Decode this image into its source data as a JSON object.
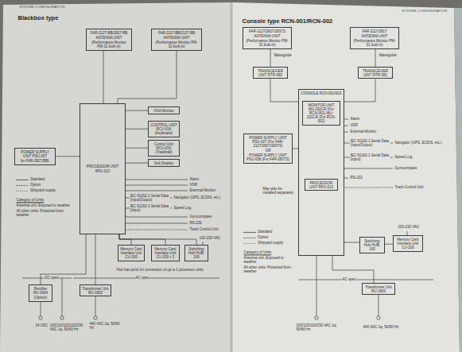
{
  "diagram": {
    "nodes": [
      {
        "text": [
          "FAR-2127-BB/2827-BB",
          "ANTENNA UNIT",
          "(Performance Monitor PM-31 built-in)"
        ]
      },
      {
        "text": [
          "FAR-2117-BB/2127-BB",
          "ANTENNA UNIT",
          "(Performance Monitor PM-31 built-in)"
        ]
      },
      {
        "text": [
          "POWER SUPPLY UNIT PSU-007",
          "for FAR-2827(BB)"
        ]
      },
      {
        "text": [
          "PROCESSOR UNIT RPU-013"
        ]
      },
      {
        "text": [
          "VGA Monitor"
        ]
      },
      {
        "text": [
          "CONTROL UNIT RCU-014 (Keyboard)"
        ]
      },
      {
        "text": [
          "Control Unit RCU-015 (Trackball)"
        ]
      },
      {
        "text": [
          "Sub Display"
        ]
      },
      {
        "text": [
          "Memory Card Interface Unit CU-200"
        ]
      },
      {
        "text": [
          "Memory Card Interface Unit CU-200 x 3"
        ]
      },
      {
        "text": [
          "Switching Hub HUB-100"
        ]
      },
      {
        "text": [
          "Rectifier RU-3424",
          "(Option)"
        ]
      },
      {
        "text": [
          "Transformer Unit RU-1803"
        ]
      },
      {
        "text": [
          "FAR-2127/2827/2837S",
          "ANTENNA UNIT",
          "(Performance Monitor PM-31 built-in)"
        ]
      },
      {
        "text": [
          "FAR-2117/2817",
          "ANTENNA UNIT",
          "(Performance Monitor PM-31 built-in)"
        ]
      },
      {
        "text": [
          "TRANSCEIVER UNIT RTR-080"
        ]
      },
      {
        "text": [
          "TRANSCEIVER UNIT RTR-081"
        ]
      },
      {
        "text": [
          "CONSOLE RCN-001/002"
        ]
      },
      {
        "text": [
          "MONITOR UNIT MU-201CR (For RCN-001) MU-231CR (For RCN-002)"
        ],
        "in": 17
      },
      {
        "text": [
          "PROCESSOR UNIT RPU-013"
        ],
        "in": 17
      },
      {
        "text": [
          "POWER SUPPLY UNIT PSU-007 (For FAR-2127/2827/2837S)",
          "OR",
          "POWER SUPPLY UNIT PSU-008 (For FAR-2837S)"
        ]
      },
      {
        "text": [
          "Switching Hub HUB-100"
        ]
      },
      {
        "text": [
          "Memory Card Interface Unit CU-200"
        ]
      },
      {
        "text": [
          "Transformer Unit RU-1803"
        ]
      }
    ],
    "edges": [
      {
        "from": 0,
        "to": 3,
        "arrow": "none"
      },
      {
        "from": 1,
        "to": 3,
        "arrow": "none"
      },
      {
        "from": 2,
        "to": 3,
        "arrow": "none"
      },
      {
        "from": 3,
        "to": 4,
        "arrow": "none"
      },
      {
        "from": 3,
        "to": 5,
        "arrow": "none"
      },
      {
        "from": 3,
        "to": 6,
        "arrow": "none"
      },
      {
        "from": 3,
        "to": 7,
        "arrow": "none"
      },
      {
        "from": 3,
        "to": 8,
        "arrow": "none"
      },
      {
        "from": 3,
        "to": 9,
        "arrow": "none"
      },
      {
        "from": 3,
        "to": 10,
        "arrow": "none"
      },
      {
        "from": 11,
        "to": 3,
        "arrow": "none"
      },
      {
        "from": 12,
        "to": 3,
        "arrow": "none"
      },
      {
        "from": 13,
        "to": 15,
        "arrow": "none"
      },
      {
        "from": 14,
        "to": 16,
        "arrow": "none"
      },
      {
        "from": 15,
        "to": 17,
        "arrow": "none"
      },
      {
        "from": 16,
        "to": 17,
        "arrow": "none"
      },
      {
        "from": 20,
        "to": 17,
        "arrow": "none"
      },
      {
        "from": 19,
        "to": 21,
        "arrow": "none"
      },
      {
        "from": 21,
        "to": 22,
        "arrow": "none"
      },
      {
        "from": 23,
        "to": 17,
        "arrow": "none"
      }
    ],
    "labels": [
      "SYSTEM CONFIGURATION",
      "Blackbox type",
      "Alarm",
      "VDR",
      "External Monitor",
      "IEC 61162-1 Serial Data (Input/Output)",
      "Navigator (GPS, ECDIS, etc.)",
      "IEC 61162-1 Serial Data (Input)",
      "Speed Log",
      "Gyrocompass",
      "RS-232",
      "Track Control Unit",
      "100-230 VAC",
      "Hub has ports for connection of up to 1 processor units",
      "AC spec",
      "DC spec",
      "24 VDC",
      "100/110/115/220/230 VAC 1φ, 50/60 Hz",
      "440 VAC 1φ, 50/60 Hz",
      "Category of Units",
      "Antenna unit: Exposed to weather",
      "All other units: Protected from weather",
      "SYSTEM CONFIGURATION",
      "Console type RCN-001/RCN-002",
      "Alarm",
      "VDR",
      "External Monitor",
      "IEC 61162-1 Serial Data (Input/Output)",
      "Navigator (GPS, ECDIS, etc.)",
      "IEC 61162-1 Serial Data (Input)",
      "Speed Log",
      "Gyrocompass",
      "RS-232",
      "Track Control Unit",
      "100-230 VAC",
      "May also be installed separately",
      "AC spec",
      "100/115/220/230 VAC 1φ, 50/60 Hz",
      "440 VAC 1φ, 50/60 Hz",
      "Category of Units",
      "Antenna unit: Exposed to weather",
      "All other units: Protected from weather",
      "Waveguide",
      "Waveguide"
    ],
    "legend": [
      {
        "text": "Standard"
      },
      {
        "text": "Option"
      },
      {
        "text": "Shipyard supply"
      },
      {
        "text": "Standard"
      },
      {
        "text": "Option"
      },
      {
        "text": "Shipyard supply"
      }
    ]
  }
}
